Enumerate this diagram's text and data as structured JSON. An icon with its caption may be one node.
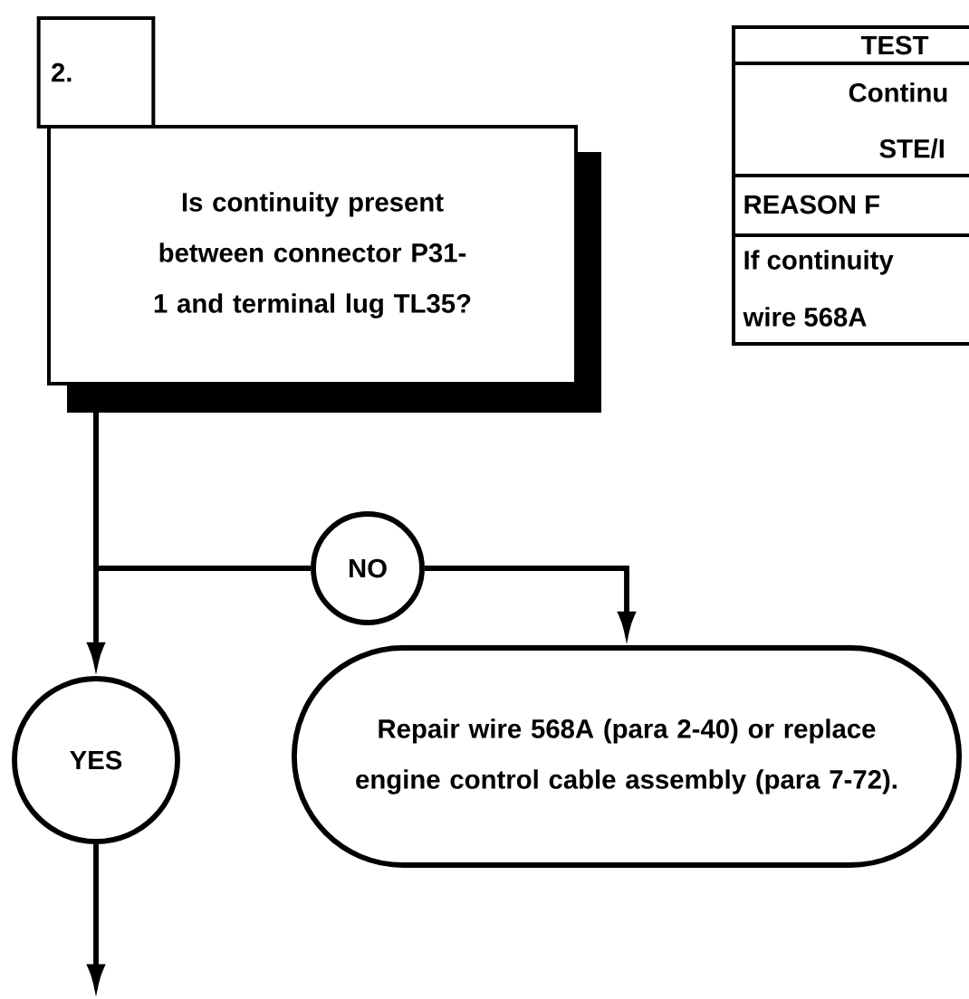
{
  "diagram": {
    "nodes": [
      {
        "text": [
          "2."
        ]
      },
      {
        "text": [
          "Is continuity present between connector P31-1 and terminal lug TL35?"
        ]
      },
      {
        "text": [
          "NO"
        ]
      },
      {
        "text": [
          "YES"
        ]
      },
      {
        "text": [
          "Repair wire 568A (para 2-40) or replace engine control cable assembly (para 7-72)."
        ]
      }
    ],
    "edges": [
      {
        "from": 1,
        "to": 2,
        "arrow": "none"
      },
      {
        "from": 1,
        "to": 3,
        "arrow": "to"
      },
      {
        "from": 2,
        "to": 4,
        "arrow": "to"
      },
      {
        "from": 3,
        "to": null,
        "arrow": "to"
      }
    ],
    "labels": [
      "TEST",
      "Continu",
      "STE/I",
      "REASON F",
      "If continuity",
      "wire 568A"
    ]
  }
}
